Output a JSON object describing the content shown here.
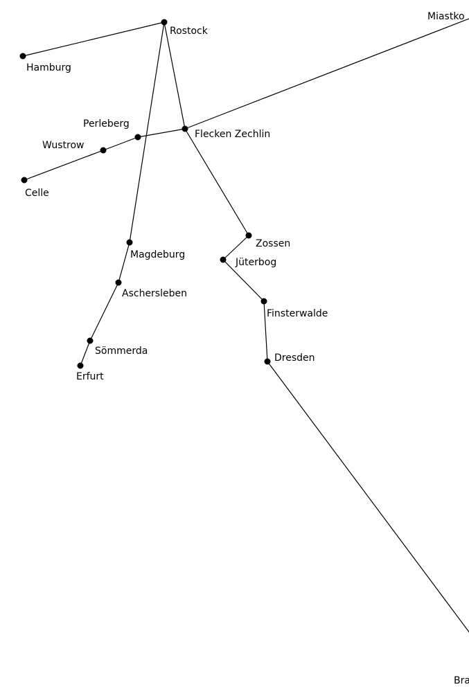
{
  "colors": {
    "background": "#ffffff",
    "line": "#000000",
    "node": "#000000",
    "text": "#000000"
  },
  "map": {
    "stations": [
      {
        "id": "rostock",
        "name": "Rostock"
      },
      {
        "id": "hamburg",
        "name": "Hamburg"
      },
      {
        "id": "miastko",
        "name": "Miastko"
      },
      {
        "id": "perleberg",
        "name": "Perleberg"
      },
      {
        "id": "flecken-zechlin",
        "name": "Flecken Zechlin"
      },
      {
        "id": "wustrow",
        "name": "Wustrow"
      },
      {
        "id": "celle",
        "name": "Celle"
      },
      {
        "id": "zossen",
        "name": "Zossen"
      },
      {
        "id": "jueterbog",
        "name": "Jüterbog"
      },
      {
        "id": "magdeburg",
        "name": "Magdeburg"
      },
      {
        "id": "aschersleben",
        "name": "Aschersleben"
      },
      {
        "id": "finsterwalde",
        "name": "Finsterwalde"
      },
      {
        "id": "soemmerda",
        "name": "Sömmerda"
      },
      {
        "id": "dresden",
        "name": "Dresden"
      },
      {
        "id": "erfurt",
        "name": "Erfurt"
      },
      {
        "id": "bra",
        "name": "Bra"
      }
    ],
    "connections": [
      [
        "hamburg",
        "rostock"
      ],
      [
        "rostock",
        "magdeburg"
      ],
      [
        "rostock",
        "flecken-zechlin"
      ],
      [
        "celle",
        "wustrow"
      ],
      [
        "wustrow",
        "perleberg"
      ],
      [
        "perleberg",
        "flecken-zechlin"
      ],
      [
        "flecken-zechlin",
        "miastko"
      ],
      [
        "flecken-zechlin",
        "zossen"
      ],
      [
        "zossen",
        "jueterbog"
      ],
      [
        "jueterbog",
        "finsterwalde"
      ],
      [
        "finsterwalde",
        "dresden"
      ],
      [
        "dresden",
        "bra"
      ],
      [
        "magdeburg",
        "aschersleben"
      ],
      [
        "aschersleben",
        "soemmerda"
      ],
      [
        "soemmerda",
        "erfurt"
      ]
    ]
  }
}
